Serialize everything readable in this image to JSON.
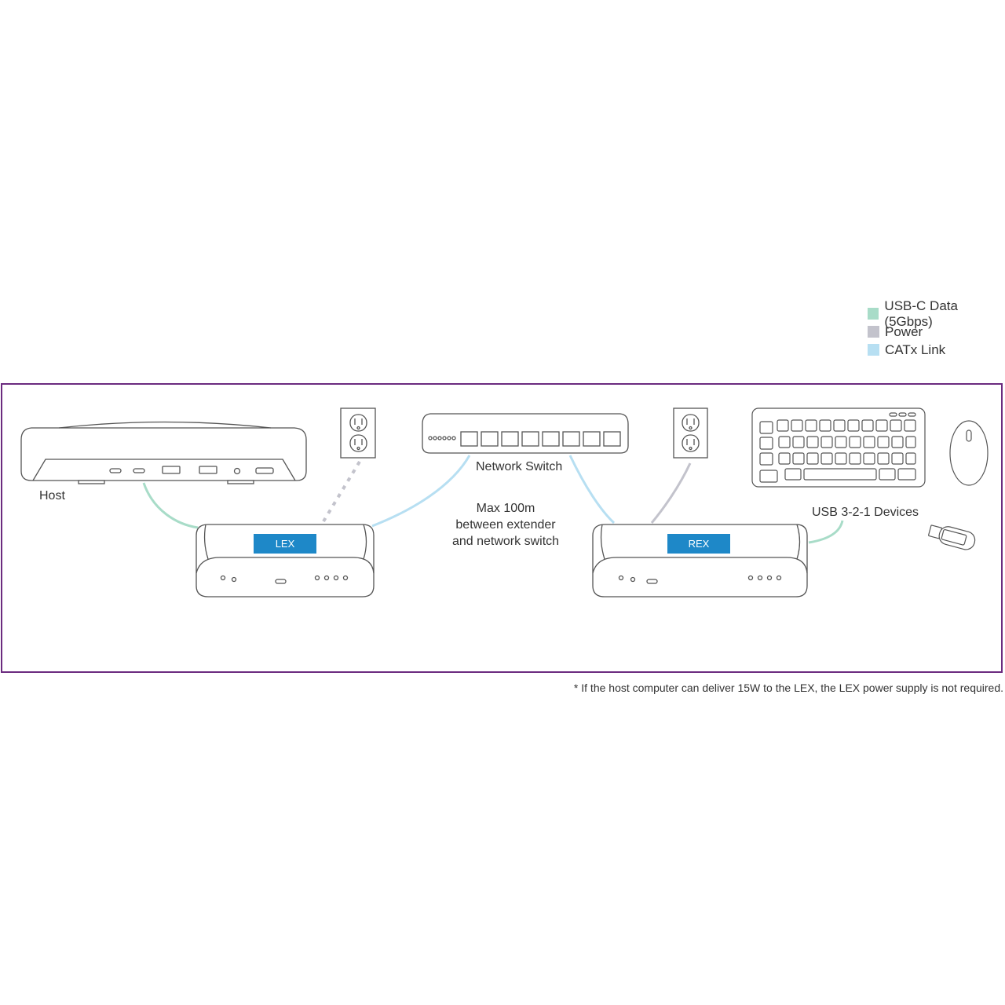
{
  "legend": [
    {
      "label": "USB-C Data (5Gbps)",
      "color": "#a8dcc8"
    },
    {
      "label": "Power",
      "color": "#c3c3cc"
    },
    {
      "label": "CATx Link",
      "color": "#b7dff2"
    }
  ],
  "labels": {
    "host": "Host",
    "lex": "LEX",
    "rex": "REX",
    "network_switch": "Network Switch",
    "max_line1": "Max 100m",
    "max_line2": "between extender",
    "max_line3": "and network switch",
    "usb_devices": "USB 3-2-1 Devices"
  },
  "colors": {
    "frame": "#6b2b7f",
    "badge": "#1e88c8",
    "outline": "#555555"
  },
  "footnote": "* If the host computer can deliver 15W to the LEX, the LEX power supply is not required."
}
